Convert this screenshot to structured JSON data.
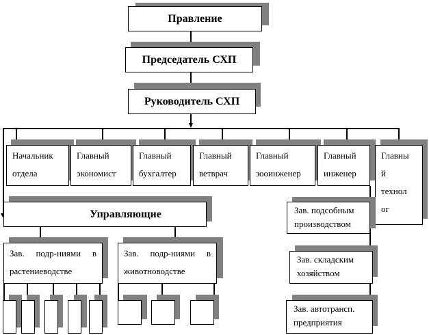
{
  "diagram": {
    "top": {
      "board": "Правление",
      "chairman": "Председатель СХП",
      "head": "Руководитель СХП"
    },
    "departments": [
      {
        "line1": "Начальник",
        "line2": "отдела"
      },
      {
        "line1": "Главный",
        "line2": "экономист"
      },
      {
        "line1": "Главный",
        "line2": "бухгалтер"
      },
      {
        "line1": "Главный",
        "line2": "ветврач"
      },
      {
        "line1": "Главный",
        "line2": "зооинженер"
      },
      {
        "line1": "Главный",
        "line2": "инженер"
      },
      {
        "line1": "Главны",
        "line2": "й",
        "line3": "технол",
        "line4": "ог"
      }
    ],
    "managers": "Управляющие",
    "plant_head": {
      "line1": "Зав.  подр-ниями  в",
      "line2": "растениеводстве"
    },
    "animal_head": {
      "line1": "Зав.  подр-ниями  в",
      "line2": "животноводстве"
    },
    "engineer_subs": [
      {
        "line1": "Зав. подсобным",
        "line2": "производством"
      },
      {
        "line1": "Зав.  складским",
        "line2": "хозяйством"
      },
      {
        "line1": "Зав. автотрансп.",
        "line2": "предприятия"
      }
    ],
    "plant_units_count": 5,
    "animal_units_count": 3
  }
}
